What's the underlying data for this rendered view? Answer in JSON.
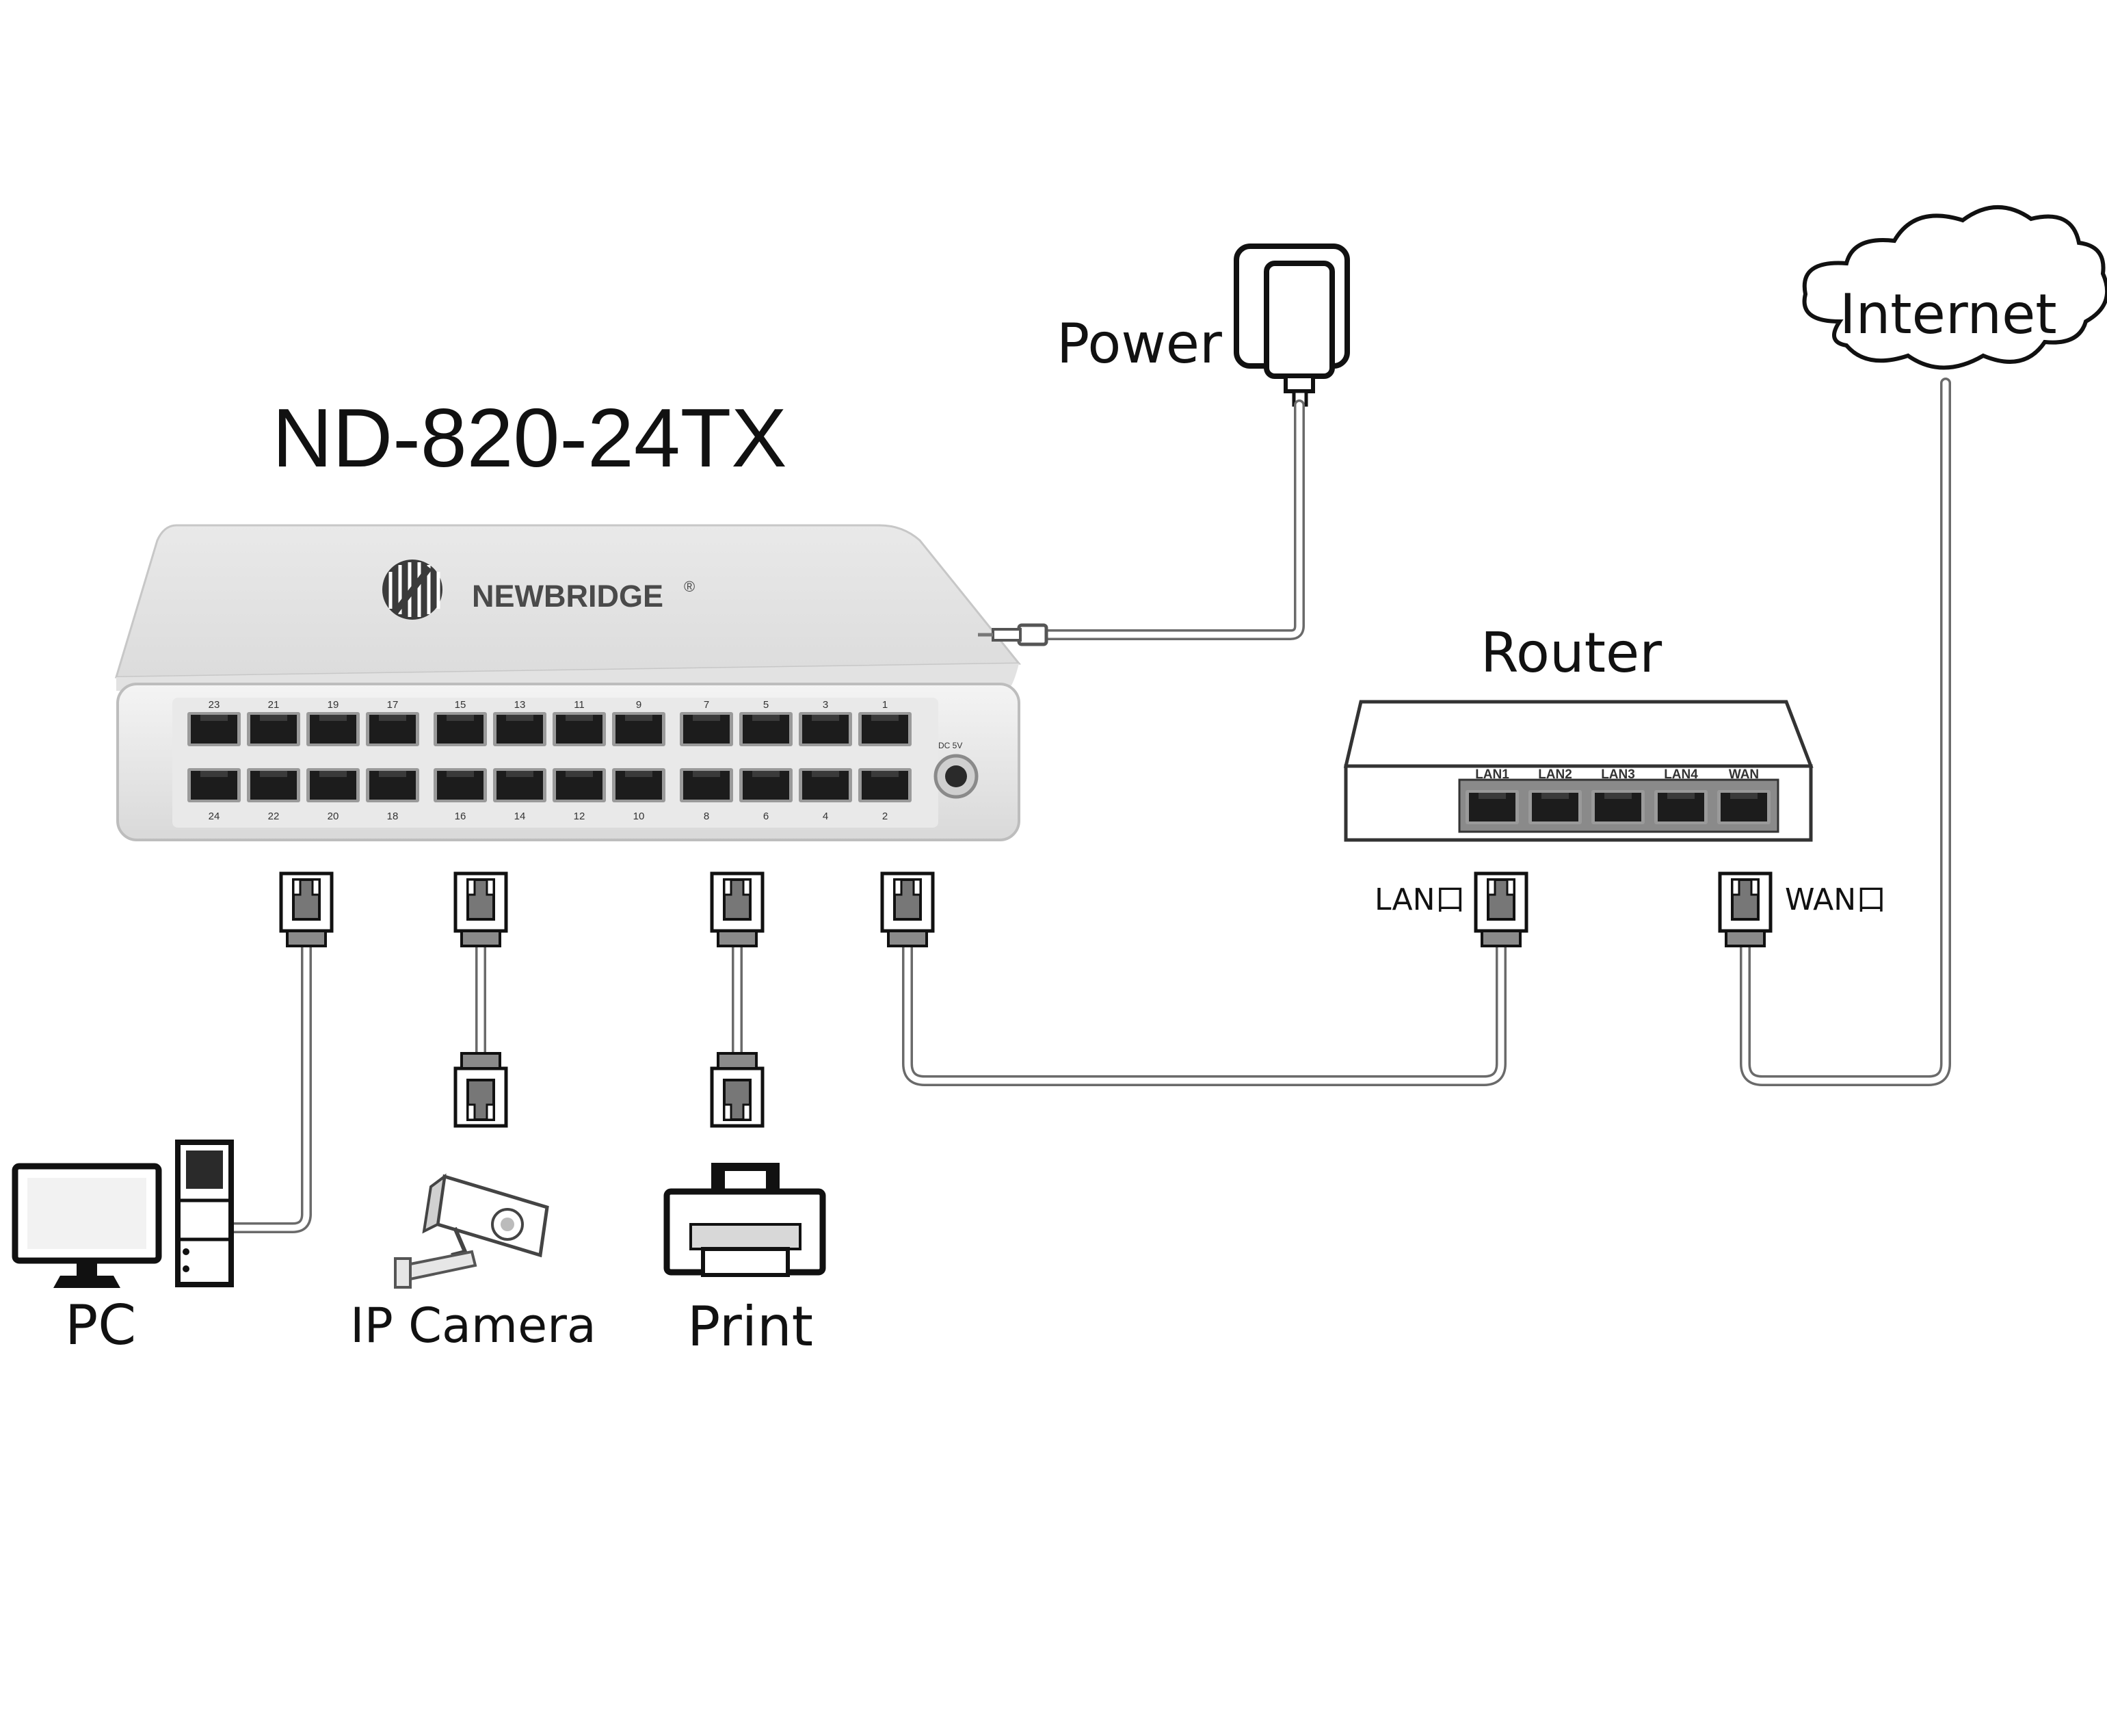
{
  "title": "ND-820-24TX",
  "brand": {
    "name": "NEWBRIDGE",
    "mark": "®"
  },
  "labels": {
    "power": "Power",
    "internet": "Internet",
    "router": "Router",
    "lan_port": "LAN口",
    "wan_port": "WAN口",
    "pc": "PC",
    "ip_camera": "IP Camera",
    "print": "Print"
  },
  "switch_ports": {
    "top_row": [
      "23",
      "21",
      "19",
      "17",
      "15",
      "13",
      "11",
      "9",
      "7",
      "5",
      "3",
      "1"
    ],
    "bottom_row": [
      "24",
      "22",
      "20",
      "18",
      "16",
      "14",
      "12",
      "10",
      "8",
      "6",
      "4",
      "2"
    ]
  },
  "router_ports": [
    "LAN1",
    "LAN2",
    "LAN3",
    "LAN4",
    "WAN"
  ],
  "icons": [
    "power-adapter-icon",
    "cloud-icon",
    "rj45-plug-icon",
    "pc-monitor-icon",
    "pc-tower-icon",
    "ip-camera-icon",
    "printer-icon"
  ]
}
